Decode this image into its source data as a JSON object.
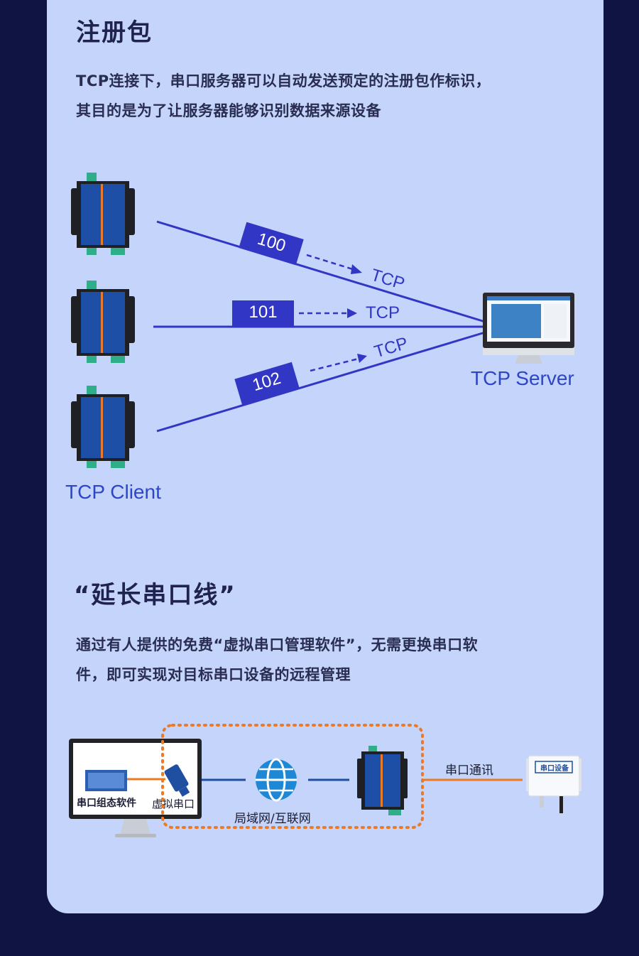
{
  "section1": {
    "title": "注册包",
    "desc_line1": "TCP连接下，串口服务器可以自动发送预定的注册包作标识，",
    "desc_line2": "其目的是为了让服务器能够识别数据来源设备",
    "packets": [
      "100",
      "101",
      "102"
    ],
    "proto_label": "TCP",
    "server_label": "TCP Server",
    "client_label": "TCP Client"
  },
  "section2": {
    "title": "“延长串口线”",
    "desc_line1": "通过有人提供的免费“虚拟串口管理软件”，无需更换串口软",
    "desc_line2": "件，即可实现对目标串口设备的远程管理",
    "software_label": "串口组态软件",
    "virtual_port_label": "虚拟串口",
    "network_label": "局域网/互联网",
    "serial_comm_label": "串口通讯",
    "serial_device_label": "串口设备"
  },
  "colors": {
    "page_bg": "#101442",
    "card_bg": "#c5d4fa",
    "accent_blue": "#3136c5",
    "orange": "#ec7a24"
  }
}
